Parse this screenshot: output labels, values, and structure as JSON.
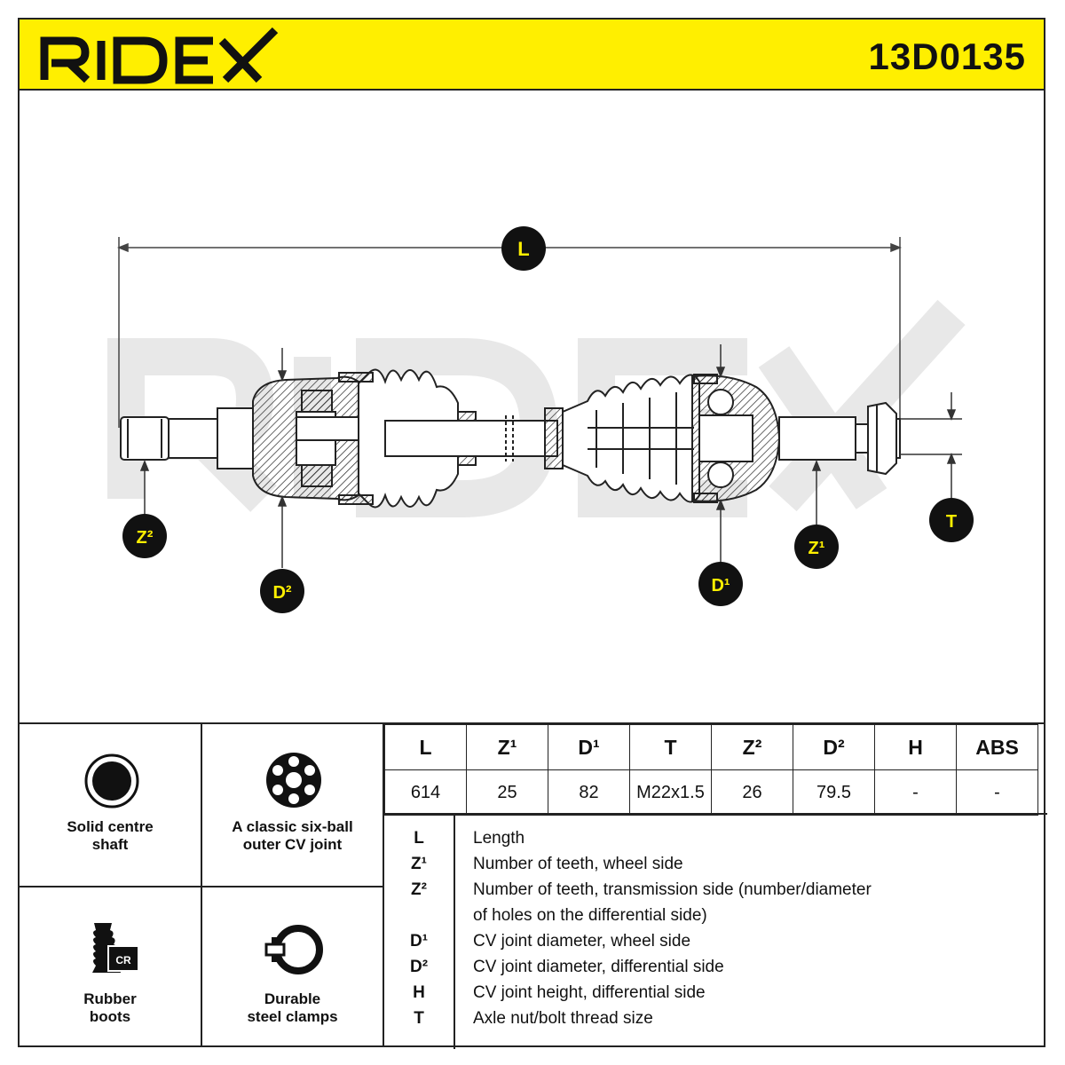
{
  "brand": "RIDEX",
  "part_number": "13D0135",
  "diagram_labels": {
    "L": "L",
    "T": "T",
    "Z2": "Z²",
    "D2": "D²",
    "Z1": "Z¹",
    "D1": "D¹"
  },
  "features": [
    {
      "label_line1": "Solid centre",
      "label_line2": "shaft",
      "icon": "solid-shaft-icon"
    },
    {
      "label_line1": "A classic six-ball",
      "label_line2": "outer CV joint",
      "icon": "six-ball-joint-icon"
    },
    {
      "label_line1": "Rubber",
      "label_line2": "boots",
      "icon": "cr-boot-icon"
    },
    {
      "label_line1": "Durable",
      "label_line2": "steel clamps",
      "icon": "clamp-icon"
    }
  ],
  "cr_badge": "CR",
  "spec_headers": [
    "L",
    "Z¹",
    "D¹",
    "T",
    "Z²",
    "D²",
    "H",
    "ABS"
  ],
  "spec_values": [
    "614",
    "25",
    "82",
    "M22x1.5",
    "26",
    "79.5",
    "-",
    "-"
  ],
  "legend": [
    {
      "key": "L",
      "desc": "Length"
    },
    {
      "key": "Z¹",
      "desc": "Number of teeth, wheel side"
    },
    {
      "key": "Z²",
      "desc": "Number of teeth, transmission side (number/diameter"
    },
    {
      "key": "",
      "desc": "of holes on the differential side)"
    },
    {
      "key": "D¹",
      "desc": "CV joint diameter, wheel side"
    },
    {
      "key": "D²",
      "desc": "CV joint diameter, differential side"
    },
    {
      "key": "H",
      "desc": "CV joint height, differential side"
    },
    {
      "key": "T",
      "desc": "Axle nut/bolt thread size"
    }
  ],
  "colors": {
    "accent": "#ffef00",
    "ink": "#111111",
    "watermark": "#e6e6e6"
  }
}
